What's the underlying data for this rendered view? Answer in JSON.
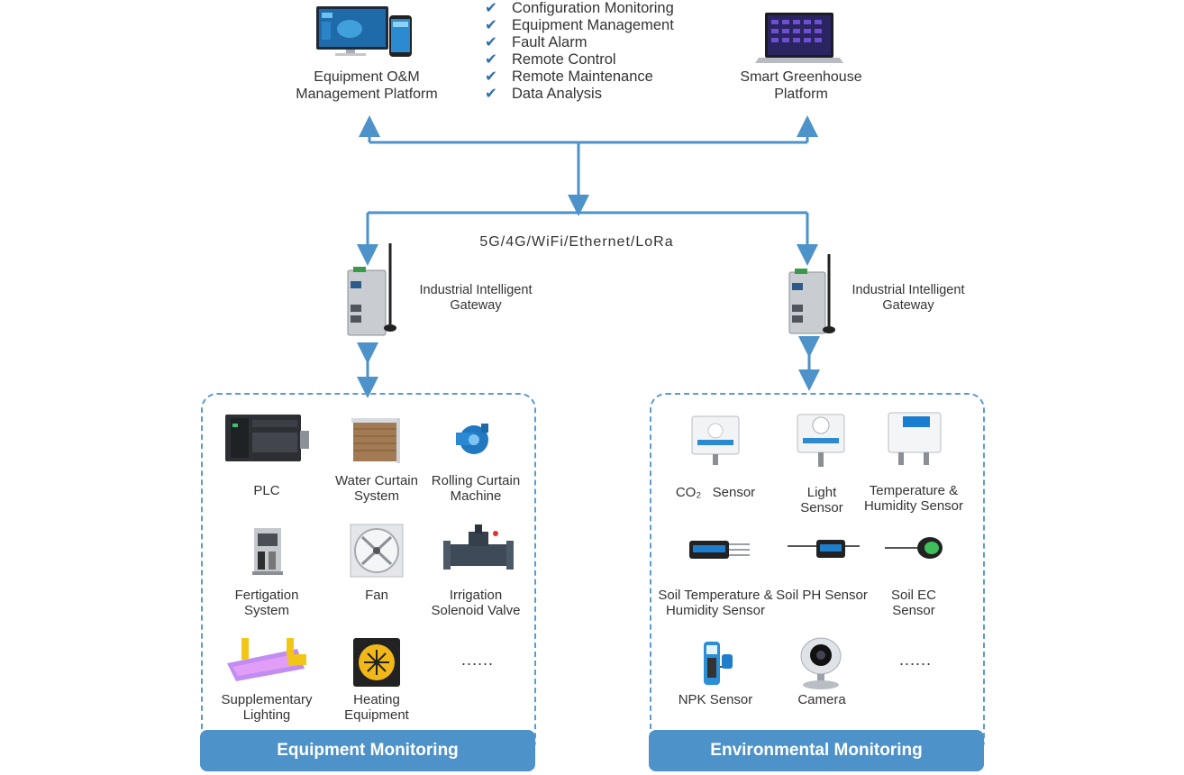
{
  "platforms": {
    "left": {
      "label": "Equipment O&M\nManagement Platform",
      "icon": "desktop-mobile-icon"
    },
    "right": {
      "label": "Smart Greenhouse\nPlatform",
      "icon": "laptop-icon"
    }
  },
  "features": [
    "Configuration Monitoring",
    "Equipment Management",
    "Fault Alarm",
    "Remote Control",
    "Remote Maintenance",
    "Data Analysis"
  ],
  "check_glyph": "✔",
  "network": {
    "label": "5G/4G/WiFi/Ethernet/LoRa"
  },
  "gateways": {
    "left": {
      "label": "Industrial Intelligent\nGateway"
    },
    "right": {
      "label": "Industrial Intelligent\nGateway"
    }
  },
  "equipment": {
    "title": "Equipment Monitoring",
    "items": [
      {
        "label": "PLC",
        "icon": "plc-icon"
      },
      {
        "label": "Water Curtain\nSystem",
        "icon": "water-curtain-icon"
      },
      {
        "label": "Rolling Curtain\nMachine",
        "icon": "rolling-curtain-motor-icon"
      },
      {
        "label": "Fertigation\nSystem",
        "icon": "fertigation-icon"
      },
      {
        "label": "Fan",
        "icon": "fan-icon"
      },
      {
        "label": "Irrigation\nSolenoid Valve",
        "icon": "valve-icon"
      },
      {
        "label": "Supplementary\nLighting",
        "icon": "grow-light-icon"
      },
      {
        "label": "Heating\nEquipment",
        "icon": "heater-icon"
      }
    ],
    "more": "......"
  },
  "environment": {
    "title": "Environmental Monitoring",
    "items": [
      {
        "label": "CO₂   Sensor",
        "icon": "co2-sensor-icon"
      },
      {
        "label": "Light\nSensor",
        "icon": "light-sensor-icon"
      },
      {
        "label": "Temperature &\nHumidity Sensor",
        "icon": "temp-humidity-sensor-icon"
      },
      {
        "label": "Soil Temperature &\nHumidity Sensor",
        "icon": "soil-probe-icon"
      },
      {
        "label": "Soil PH Sensor",
        "icon": "soil-ph-probe-icon"
      },
      {
        "label": "Soil EC\nSensor",
        "icon": "soil-ec-probe-icon"
      },
      {
        "label": "NPK Sensor",
        "icon": "npk-sensor-icon"
      },
      {
        "label": "Camera",
        "icon": "camera-icon"
      }
    ],
    "more": "......"
  },
  "colors": {
    "line": "#4d92c8",
    "box": "#5b9bd0",
    "title_bg": "#4d92c8",
    "check": "#2f6fb0"
  }
}
